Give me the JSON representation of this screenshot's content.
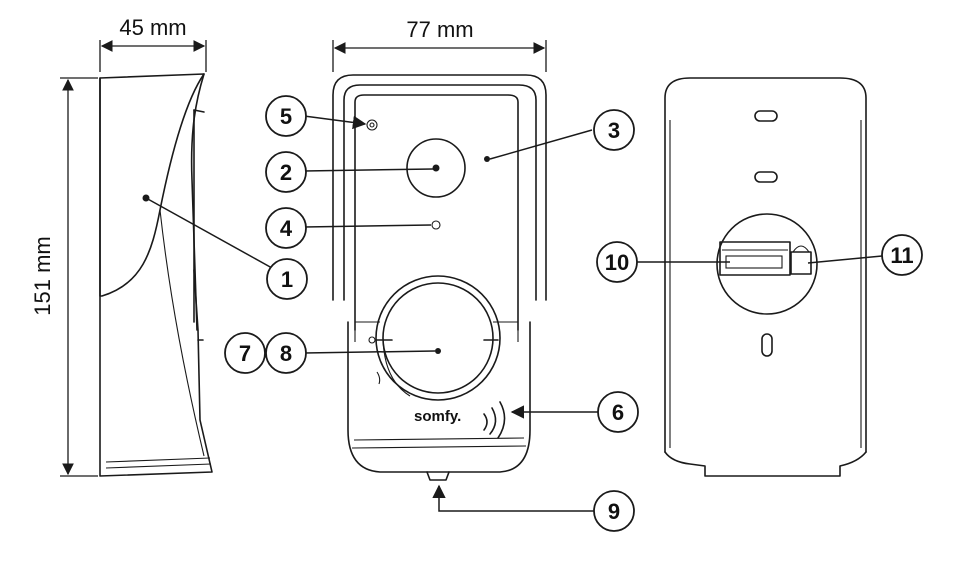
{
  "dimensions": {
    "depth": "45 mm",
    "width": "77 mm",
    "height": "151 mm"
  },
  "brand": "somfy.",
  "callouts": {
    "c1": "1",
    "c2": "2",
    "c3": "3",
    "c4": "4",
    "c5": "5",
    "c6": "6",
    "c7": "7",
    "c8": "8",
    "c9": "9",
    "c10": "10",
    "c11": "11"
  }
}
